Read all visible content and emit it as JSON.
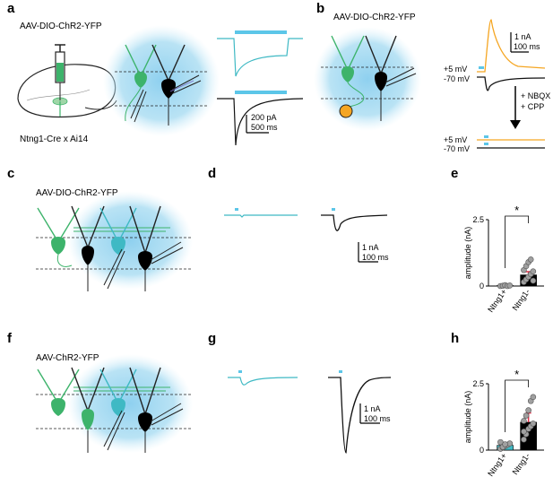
{
  "colors": {
    "chr2_green": "#3db36b",
    "light_blue_field": "#a8dcf2",
    "cyan_trace": "#3fb9c4",
    "stim_bar": "#5cc6e8",
    "orange": "#f5a623",
    "ntng_neg_fill": "#000000",
    "error_red": "#e0304a",
    "dot_grey": "#a0a0a0"
  },
  "panels": {
    "a": {
      "letter": "a",
      "virus": "AAV-DIO-ChR2-YFP",
      "mouse_line": "Ntng1-Cre x Ai14",
      "scale_current": "200 pA",
      "scale_time": "500 ms"
    },
    "b": {
      "letter": "b",
      "virus": "AAV-DIO-ChR2-YFP",
      "scale_current": "1 nA",
      "scale_time": "100 ms",
      "hold_pos": "+5 mV",
      "hold_neg": "-70 mV",
      "hold_pos_2": "+5 mV",
      "hold_neg_2": "-70 mV",
      "drug_1": "+ NBQX",
      "drug_2": "+ CPP"
    },
    "c": {
      "letter": "c",
      "virus": "AAV-DIO-ChR2-YFP"
    },
    "d": {
      "letter": "d",
      "scale_current": "1 nA",
      "scale_time": "100 ms"
    },
    "e": {
      "letter": "e",
      "significance": "*"
    },
    "f": {
      "letter": "f",
      "virus": "AAV-ChR2-YFP"
    },
    "g": {
      "letter": "g",
      "scale_current": "1 nA",
      "scale_time": "100 ms"
    },
    "h": {
      "letter": "h",
      "significance": "*"
    }
  },
  "chart_data": [
    {
      "type": "bar",
      "panel": "e",
      "categories": [
        "Ntng1+",
        "Ntng1-"
      ],
      "values": [
        0.02,
        0.42
      ],
      "errors": [
        0.02,
        0.12
      ],
      "points": [
        [
          0.0,
          0.01,
          0.03,
          0.0,
          0.02
        ],
        [
          0.15,
          0.25,
          0.35,
          0.45,
          0.55,
          0.6,
          0.75,
          0.9,
          1.0,
          0.2
        ]
      ],
      "ylabel": "amplitude (nA)",
      "ylim": [
        0,
        2.5
      ],
      "yticks": [
        "0",
        "2.5"
      ]
    },
    {
      "type": "bar",
      "panel": "h",
      "categories": [
        "Ntng1+",
        "Ntng1-"
      ],
      "values": [
        0.18,
        1.05
      ],
      "errors": [
        0.06,
        0.35
      ],
      "points": [
        [
          0.05,
          0.1,
          0.15,
          0.2,
          0.25,
          0.3,
          0.12,
          0.22
        ],
        [
          0.4,
          0.6,
          0.8,
          0.9,
          1.0,
          1.1,
          1.3,
          1.5,
          1.85,
          2.0,
          0.7
        ]
      ],
      "ylabel": "amplitude (nA)",
      "ylim": [
        0,
        2.5
      ],
      "yticks": [
        "0",
        "2.5"
      ]
    }
  ]
}
